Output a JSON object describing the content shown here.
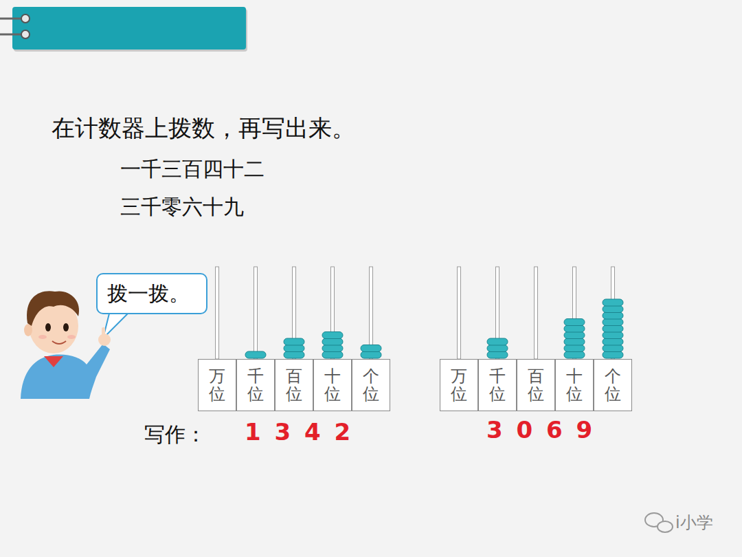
{
  "diagram": {
    "title": "在计数器上拨数，再写出来。",
    "nodes": [
      {
        "text": [
          "拨一拨。"
        ]
      },
      {
        "text": [
          "万位"
        ]
      },
      {
        "text": [
          "千位"
        ]
      },
      {
        "text": [
          "百位"
        ]
      },
      {
        "text": [
          "十位"
        ]
      },
      {
        "text": [
          "个位"
        ]
      },
      {
        "text": [
          "万位"
        ]
      },
      {
        "text": [
          "千位"
        ]
      },
      {
        "text": [
          "百位"
        ]
      },
      {
        "text": [
          "十位"
        ]
      },
      {
        "text": [
          "个位"
        ]
      }
    ],
    "labels": [
      "一千三百四十二",
      "三千零六十九",
      "写作：",
      "1 3 4 2",
      "3 0 6 9",
      "i小学"
    ]
  }
}
